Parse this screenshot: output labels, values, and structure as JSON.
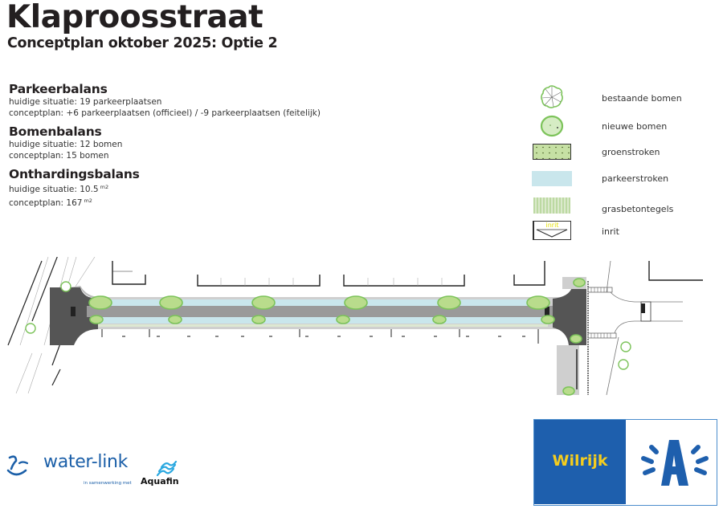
{
  "header": {
    "title": "Klaproosstraat",
    "subtitle": "Conceptplan oktober 2025: Optie 2"
  },
  "balances": [
    {
      "heading": "Parkeerbalans",
      "lines": [
        "huidige situatie: 19 parkeerplaatsen",
        "conceptplan: +6 parkeerplaatsen (officieel) / -9 parkeerplaatsen (feitelijk)"
      ]
    },
    {
      "heading": "Bomenbalans",
      "lines": [
        "huidige situatie: 12 bomen",
        "conceptplan: 15 bomen"
      ]
    },
    {
      "heading": "Onthardingsbalans",
      "lines": [
        "huidige situatie: 10.5",
        "conceptplan: 167"
      ],
      "unit": "m2"
    }
  ],
  "legend": {
    "items": [
      {
        "icon": "existing-tree-icon",
        "label": "bestaande bomen"
      },
      {
        "icon": "new-tree-icon",
        "label": "nieuwe bomen"
      },
      {
        "icon": "green-strip-swatch",
        "label": "groenstroken",
        "color": "#c6e0a4"
      },
      {
        "icon": "parking-strip-swatch",
        "label": "parkeerstroken",
        "color": "#c9e6ec"
      },
      {
        "icon": "grass-concrete-swatch",
        "label": "grasbetontegels",
        "color": "#bcd9a2"
      },
      {
        "icon": "driveway-icon",
        "label": "inrit",
        "symbol_text": "inrit"
      }
    ]
  },
  "map": {
    "street": "Klaproosstraat",
    "colors": {
      "roadway": "#9a9a9a",
      "sidewalk": "#cfcfcf",
      "intersection": "#555555",
      "parking": "#c9e6ec",
      "tree_fill": "#b9dc8c",
      "tree_stroke": "#7cc35a"
    },
    "north_row_trees_x": [
      125,
      213,
      328,
      443,
      559,
      670
    ],
    "south_row_trees_x": [
      120,
      218,
      322,
      427,
      547,
      682
    ]
  },
  "logos": {
    "waterlink": {
      "name": "water-link",
      "tagline": "in samenwerking met",
      "partner": "Aquafin"
    },
    "district": {
      "name": "Wilrijk",
      "colors": {
        "blue": "#1e5fad",
        "yellow": "#f5cd1e"
      }
    }
  }
}
